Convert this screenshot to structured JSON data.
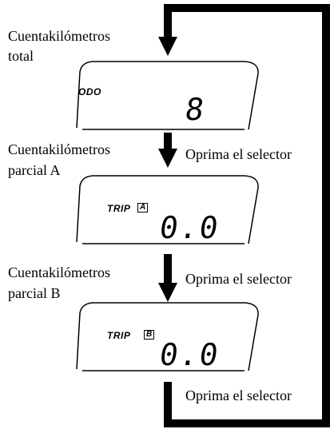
{
  "labels": {
    "odo_title_line1": "Cuentakilómetros",
    "odo_title_line2": "total",
    "tripa_title_line1": "Cuentakilómetros",
    "tripa_title_line2": "parcial A",
    "tripb_title_line1": "Cuentakilómetros",
    "tripb_title_line2": "parcial B",
    "press1": "Oprima el selector",
    "press2": "Oprima el selector",
    "press3": "Oprima el selector"
  },
  "displays": {
    "odo": {
      "label": "ODO",
      "value": "8"
    },
    "trip_a": {
      "label": "TRIP",
      "badge": "A",
      "value": "0.0"
    },
    "trip_b": {
      "label": "TRIP",
      "badge": "B",
      "value": "0.0"
    }
  }
}
